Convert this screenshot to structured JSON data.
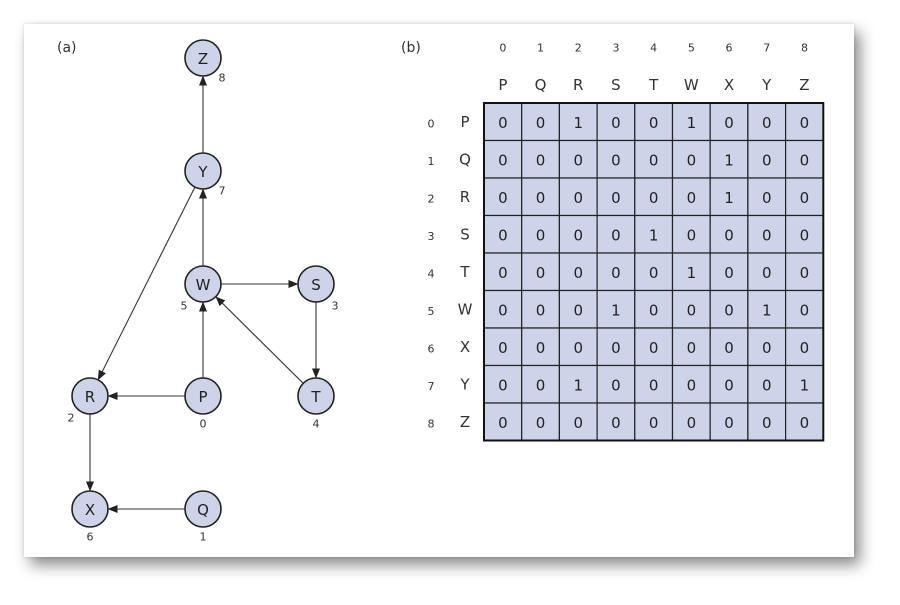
{
  "panels": {
    "a_label": "(a)",
    "b_label": "(b)"
  },
  "graph": {
    "nodes": [
      {
        "id": "Z",
        "label": "Z",
        "index": "8"
      },
      {
        "id": "Y",
        "label": "Y",
        "index": "7"
      },
      {
        "id": "W",
        "label": "W",
        "index": "5"
      },
      {
        "id": "S",
        "label": "S",
        "index": "3"
      },
      {
        "id": "R",
        "label": "R",
        "index": "2"
      },
      {
        "id": "P",
        "label": "P",
        "index": "0"
      },
      {
        "id": "T",
        "label": "T",
        "index": "4"
      },
      {
        "id": "X",
        "label": "X",
        "index": "6"
      },
      {
        "id": "Q",
        "label": "Q",
        "index": "1"
      }
    ],
    "edges": [
      {
        "from": "Y",
        "to": "Z"
      },
      {
        "from": "W",
        "to": "Y"
      },
      {
        "from": "Y",
        "to": "R"
      },
      {
        "from": "W",
        "to": "S"
      },
      {
        "from": "S",
        "to": "T"
      },
      {
        "from": "T",
        "to": "W"
      },
      {
        "from": "P",
        "to": "W"
      },
      {
        "from": "P",
        "to": "R"
      },
      {
        "from": "R",
        "to": "X"
      },
      {
        "from": "Q",
        "to": "X"
      }
    ]
  },
  "matrix": {
    "col_indices": [
      "0",
      "1",
      "2",
      "3",
      "4",
      "5",
      "6",
      "7",
      "8"
    ],
    "col_names": [
      "P",
      "Q",
      "R",
      "S",
      "T",
      "W",
      "X",
      "Y",
      "Z"
    ],
    "row_indices": [
      "0",
      "1",
      "2",
      "3",
      "4",
      "5",
      "6",
      "7",
      "8"
    ],
    "row_names": [
      "P",
      "Q",
      "R",
      "S",
      "T",
      "W",
      "X",
      "Y",
      "Z"
    ],
    "values": [
      [
        "0",
        "0",
        "1",
        "0",
        "0",
        "1",
        "0",
        "0",
        "0"
      ],
      [
        "0",
        "0",
        "0",
        "0",
        "0",
        "0",
        "1",
        "0",
        "0"
      ],
      [
        "0",
        "0",
        "0",
        "0",
        "0",
        "0",
        "1",
        "0",
        "0"
      ],
      [
        "0",
        "0",
        "0",
        "0",
        "1",
        "0",
        "0",
        "0",
        "0"
      ],
      [
        "0",
        "0",
        "0",
        "0",
        "0",
        "1",
        "0",
        "0",
        "0"
      ],
      [
        "0",
        "0",
        "0",
        "1",
        "0",
        "0",
        "0",
        "1",
        "0"
      ],
      [
        "0",
        "0",
        "0",
        "0",
        "0",
        "0",
        "0",
        "0",
        "0"
      ],
      [
        "0",
        "0",
        "1",
        "0",
        "0",
        "0",
        "0",
        "0",
        "1"
      ],
      [
        "0",
        "0",
        "0",
        "0",
        "0",
        "0",
        "0",
        "0",
        "0"
      ]
    ]
  }
}
